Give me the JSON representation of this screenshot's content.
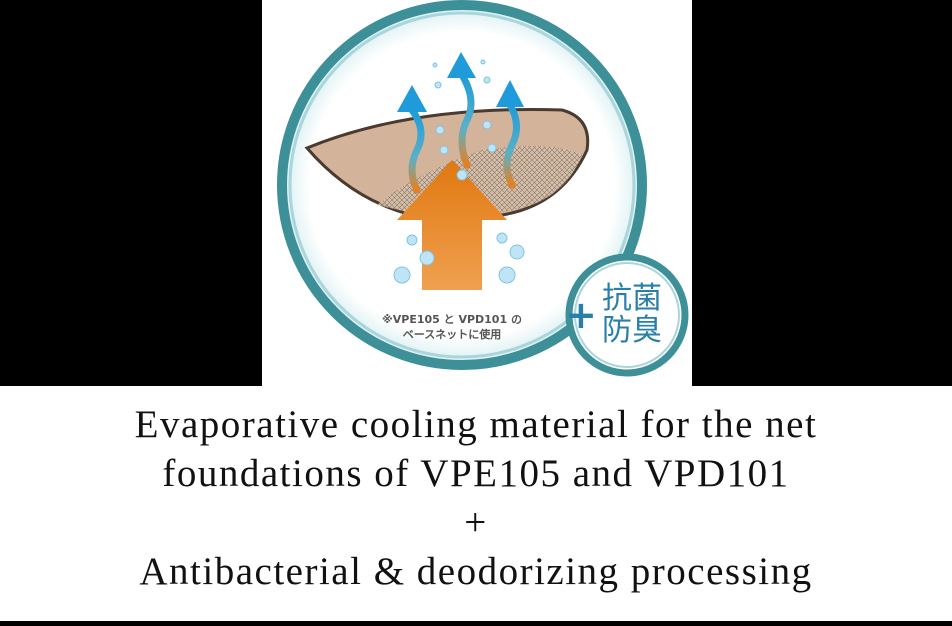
{
  "illustration": {
    "note_line1": "※VPE105 と VPD101 の",
    "note_line2": "ベースネットに使用",
    "badge_plus": "+",
    "badge_line1": "抗菌",
    "badge_line2": "防臭",
    "colors": {
      "ring": "#3d8f98",
      "arrow_blue": "#2aa3dc",
      "arrow_orange": "#e8801e",
      "net": "#c9a587",
      "badge_text": "#2a7fa8"
    }
  },
  "caption": {
    "line1": "Evaporative cooling material for the net",
    "line2": "foundations of VPE105 and VPD101",
    "line3": "+",
    "line4": "Antibacterial & deodorizing processing"
  }
}
